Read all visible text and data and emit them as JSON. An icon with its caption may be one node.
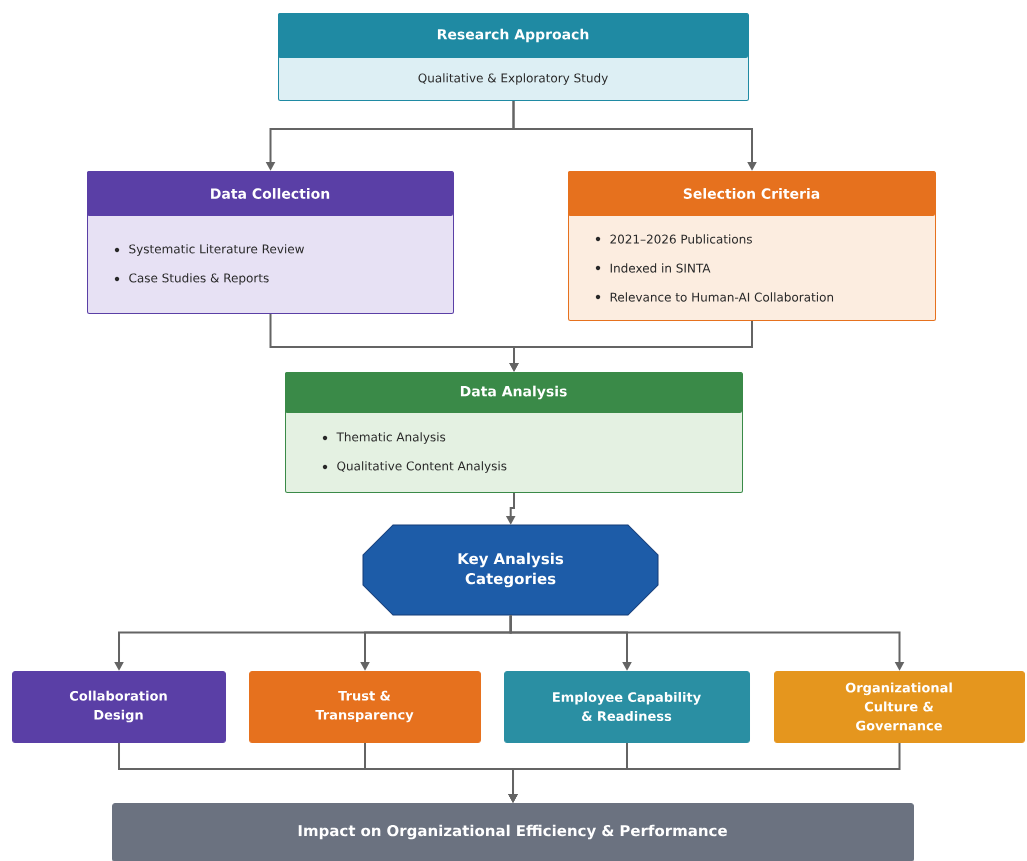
{
  "diagram": {
    "nodes": [
      {
        "text": [
          "Research Approach",
          "Qualitative & Exploratory Study"
        ]
      },
      {
        "text": [
          "Data Collection",
          "Systematic Literature Review",
          "Case Studies & Reports"
        ]
      },
      {
        "text": [
          "Selection Criteria",
          "2021–2026 Publications",
          "Indexed in SINTA",
          "Relevance to Human-AI Collaboration"
        ]
      },
      {
        "text": [
          "Data Analysis",
          "Thematic Analysis",
          "Qualitative Content Analysis"
        ]
      },
      {
        "text": [
          "Key Analysis Categories"
        ]
      },
      {
        "text": [
          "Collaboration Design"
        ]
      },
      {
        "text": [
          "Trust & Transparency"
        ]
      },
      {
        "text": [
          "Employee Capability & Readiness"
        ]
      },
      {
        "text": [
          "Organizational Culture & Governance"
        ]
      },
      {
        "text": [
          "Impact on Organizational Efficiency & Performance"
        ]
      }
    ],
    "edges": [
      {
        "from": 0,
        "to": 1,
        "arrow": "to"
      },
      {
        "from": 0,
        "to": 2,
        "arrow": "to"
      },
      {
        "from": 1,
        "to": 3,
        "arrow": "to"
      },
      {
        "from": 2,
        "to": 3,
        "arrow": "to"
      },
      {
        "from": 3,
        "to": 4,
        "arrow": "to"
      },
      {
        "from": 4,
        "to": 5,
        "arrow": "to"
      },
      {
        "from": 4,
        "to": 6,
        "arrow": "to"
      },
      {
        "from": 4,
        "to": 7,
        "arrow": "to"
      },
      {
        "from": 4,
        "to": 8,
        "arrow": "to"
      },
      {
        "from": 5,
        "to": 9,
        "arrow": "to"
      },
      {
        "from": 6,
        "to": 9,
        "arrow": "to"
      },
      {
        "from": 7,
        "to": 9,
        "arrow": "to"
      },
      {
        "from": 8,
        "to": 9,
        "arrow": "to"
      }
    ]
  }
}
